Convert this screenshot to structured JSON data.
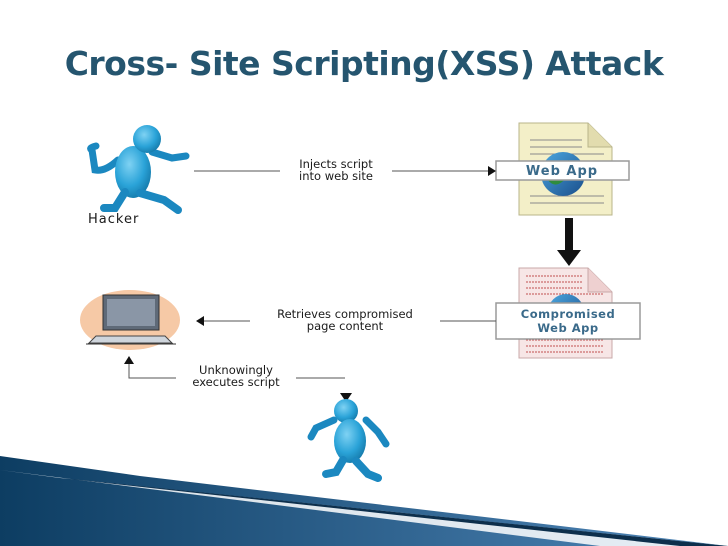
{
  "title": "Cross- Site Scripting(XSS) Attack",
  "hacker_label": "Hacker",
  "webapp_label": "Web App",
  "compromised_label_line1": "Compromised",
  "compromised_label_line2": "Web App",
  "inject_line1": "Injects script",
  "inject_line2": "into web site",
  "retrieve_line1": "Retrieves compromised",
  "retrieve_line2": "page content",
  "exec_line1": "Unknowingly",
  "exec_line2": "executes script",
  "colors": {
    "title": "#25556f",
    "figure": "#2aa3d8",
    "banner_text": "#3a6a8a",
    "footer": "#1d4e6e"
  }
}
